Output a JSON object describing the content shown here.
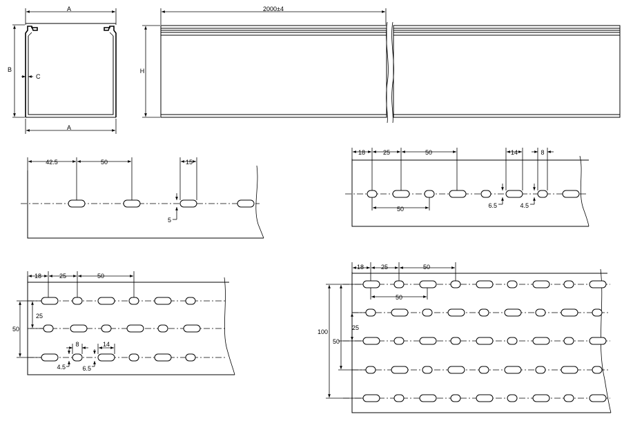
{
  "section_view": {
    "dim_top": "A",
    "dim_bottom": "A",
    "dim_height": "B",
    "dim_wall": "C"
  },
  "side_view": {
    "dim_length": "2000±4",
    "dim_height": "H"
  },
  "pattern1": {
    "d1": "42.5",
    "d2": "50",
    "d3": "15",
    "d4": "5"
  },
  "pattern2": {
    "d1": "18",
    "d2": "25",
    "d3": "50",
    "d4": "14",
    "d5": "8",
    "d6": "50",
    "d7": "6.5",
    "d8": "4.5"
  },
  "pattern3": {
    "d1": "18",
    "d2": "25",
    "d3": "50",
    "d4": "25",
    "d5": "50",
    "d6": "8",
    "d7": "14",
    "d8": "4.5",
    "d9": "6.5"
  },
  "pattern4": {
    "d1": "18",
    "d2": "25",
    "d3": "50",
    "d4": "50",
    "d5": "25",
    "d6": "100",
    "d7": "50"
  }
}
